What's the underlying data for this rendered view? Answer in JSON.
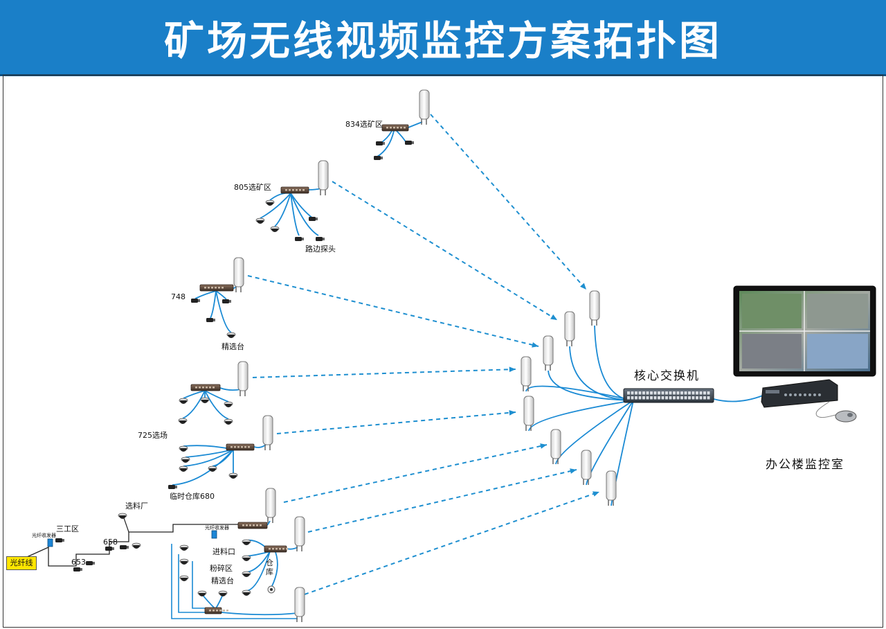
{
  "title": "矿场无线视频监控方案拓扑图",
  "colors": {
    "title_bg": "#1a7fc8",
    "link_blue": "#1a8ad4",
    "dashed_wireless": "#1e8fd0"
  },
  "labels": {
    "zone_834": "834选矿区",
    "zone_805": "805选矿区",
    "roadside_probe": "路边探头",
    "zone_748": "748",
    "selection_platform_1": "精选台",
    "site_725": "725选场",
    "temp_warehouse": "临时仓库680",
    "material_plant": "选料厂",
    "area_three": "三工区",
    "fiber_transceiver_1": "光纤收发器",
    "fiber_transceiver_2": "光纤收发器",
    "num_658": "658",
    "num_653": "653",
    "feed_port": "进料口",
    "crushing_area": "粉碎区",
    "selection_platform_2": "精选台",
    "warehouse_v": "仓\n库",
    "core_switch": "核心交换机",
    "office_room": "办公楼监控室",
    "fiber_line": "光纤线"
  },
  "icons": [
    "wireless-bridge-icon",
    "poe-switch-icon",
    "dome-camera-icon",
    "bullet-camera-icon",
    "core-switch-icon",
    "monitor-icon",
    "nvr-icon",
    "mouse-icon"
  ]
}
